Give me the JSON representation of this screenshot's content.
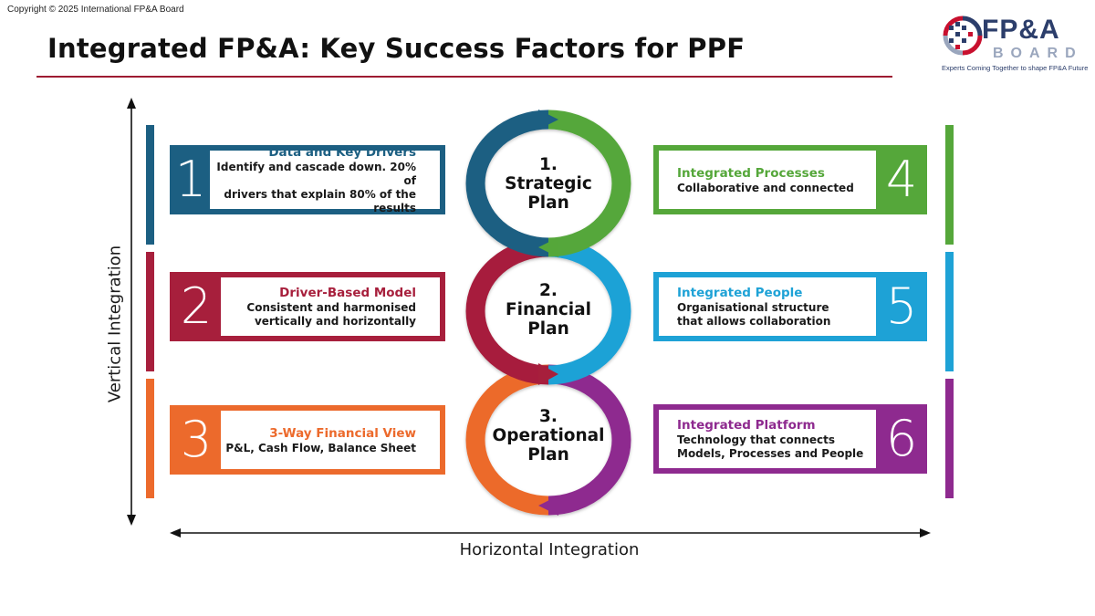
{
  "copyright": "Copyright © 2025 International FP&A Board",
  "title": "Integrated FP&A: Key Success Factors for PPF",
  "logo": {
    "word1": "FP&A",
    "word2": "BOARD",
    "tagline": "Experts Coming Together to shape FP&A Future"
  },
  "axes": {
    "vertical": "Vertical Integration",
    "horizontal": "Horizontal Integration"
  },
  "colors": {
    "blue": "#1c5f82",
    "red": "#a71f3c",
    "orange": "#ec6a2c",
    "green": "#55a73a",
    "cyan": "#1ea2d6",
    "purple": "#8e2a8f",
    "title_rule": "#9e1b32"
  },
  "plans": [
    {
      "number": "1.",
      "line1": "Strategic",
      "line2": "Plan"
    },
    {
      "number": "2.",
      "line1": "Financial",
      "line2": "Plan"
    },
    {
      "number": "3.",
      "line1": "Operational",
      "line2": "Plan"
    }
  ],
  "factors": [
    {
      "number": "1",
      "heading": "Data and Key Drivers",
      "line1": "Identify and cascade down. 20% of",
      "line2": "drivers that explain 80% of the results"
    },
    {
      "number": "2",
      "heading": "Driver-Based Model",
      "line1": "Consistent and harmonised",
      "line2": "vertically and horizontally"
    },
    {
      "number": "3",
      "heading": "3-Way Financial View",
      "line1": "P&L, Cash Flow, Balance Sheet",
      "line2": ""
    },
    {
      "number": "4",
      "heading": "Integrated Processes",
      "line1": "Collaborative and connected",
      "line2": ""
    },
    {
      "number": "5",
      "heading": "Integrated People",
      "line1": "Organisational structure",
      "line2": "that allows collaboration"
    },
    {
      "number": "6",
      "heading": "Integrated Platform",
      "line1": "Technology that connects",
      "line2": "Models, Processes and People"
    }
  ]
}
